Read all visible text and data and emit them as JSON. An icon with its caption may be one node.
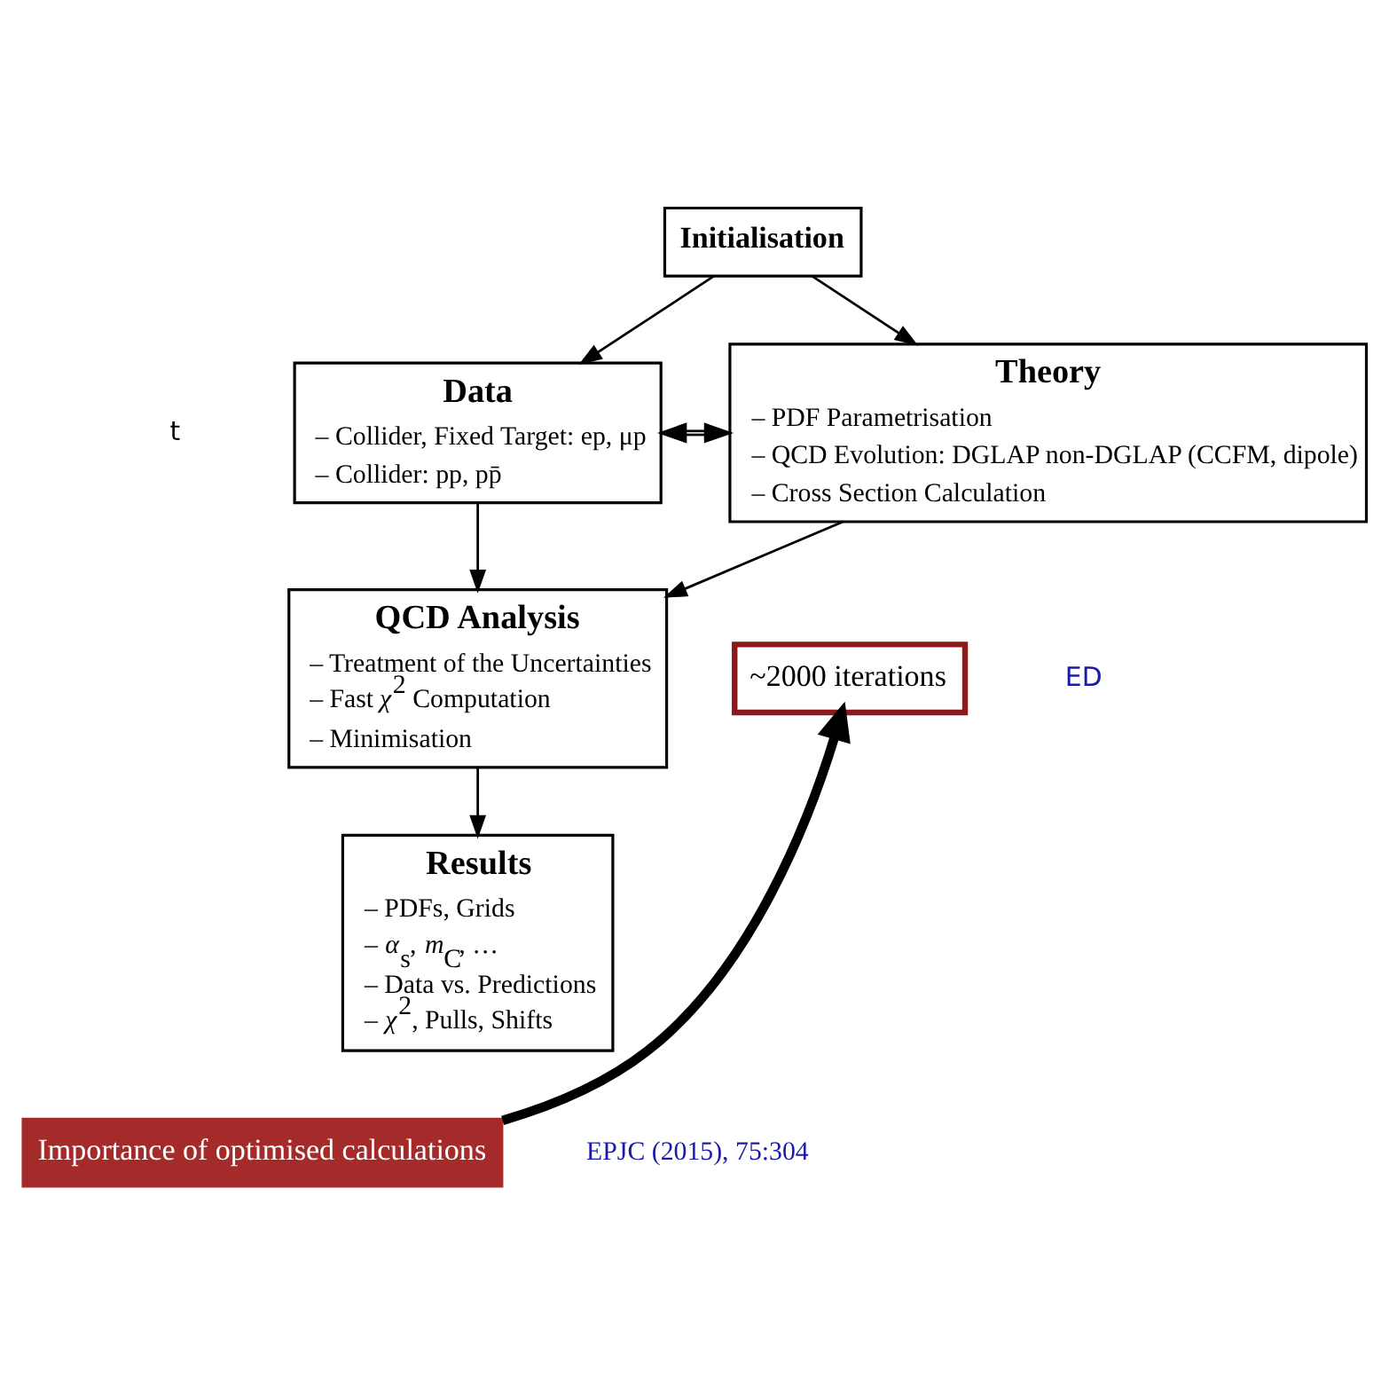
{
  "diagram": {
    "nodes": [
      {
        "text": [
          "Initialisation"
        ]
      },
      {
        "text": [
          "Data",
          "– Collider, Fixed Target: ep, μp",
          "– Collider: pp, pp̄"
        ]
      },
      {
        "text": [
          "Theory",
          "– PDF Parametrisation",
          "– QCD Evolution: DGLAP non-DGLAP (CCFM, dipole)",
          "– Cross Section Calculation"
        ]
      },
      {
        "text": [
          "QCD Analysis",
          "– Treatment of the Uncertainties",
          "– Fast *χ*$^{2}$ Computation",
          "– Minimisation"
        ]
      },
      {
        "text": [
          "Results",
          "– PDFs, Grids",
          "– *α*$_{s}$, *m*$_{C}$, …",
          "– Data vs. Predictions",
          "– *χ*$^{2}$, Pulls, Shifts"
        ]
      },
      {
        "text": [
          "~2000 iterations"
        ]
      },
      {
        "text": [
          "Importance of optimised calculations"
        ]
      }
    ],
    "edges": [
      {
        "from": 0,
        "to": 1,
        "arrow": "to"
      },
      {
        "from": 0,
        "to": 2,
        "arrow": "to"
      },
      {
        "from": 1,
        "to": 2,
        "arrow": "both"
      },
      {
        "from": 1,
        "to": 3,
        "arrow": "to"
      },
      {
        "from": 2,
        "to": 3,
        "arrow": "to"
      },
      {
        "from": 3,
        "to": 4,
        "arrow": "to"
      },
      {
        "from": 6,
        "to": 5,
        "arrow": "to",
        "style": "thick"
      }
    ],
    "labels": [
      "t",
      "ED",
      "EPJC (2015), 75:304"
    ]
  }
}
